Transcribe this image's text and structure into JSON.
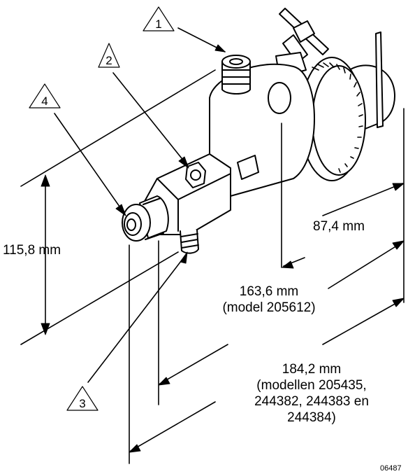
{
  "callouts": [
    "1",
    "2",
    "3",
    "4"
  ],
  "dimensions": {
    "height": "115,8 mm",
    "length_short": "87,4 mm",
    "length_mid": {
      "value": "163,6 mm",
      "note": "(model 205612)"
    },
    "length_long": {
      "value": "184,2 mm",
      "note_lines": [
        "(modellen 205435,",
        "244382, 244383 en",
        "244384)"
      ]
    }
  },
  "drawing_number": "06487"
}
